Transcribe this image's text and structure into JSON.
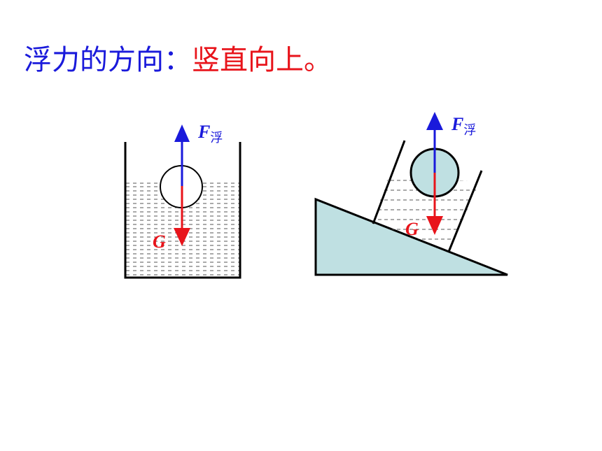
{
  "title": {
    "prefix": "浮力的方向：",
    "emphasis": "竖直向上。"
  },
  "left_figure": {
    "buoyancy_label": "F",
    "buoyancy_subscript": "浮",
    "gravity_label": "G"
  },
  "right_figure": {
    "buoyancy_label": "F",
    "buoyancy_subscript": "浮",
    "gravity_label": "G"
  },
  "colors": {
    "buoyancy_arrow": "#1a1adb",
    "gravity_arrow": "#e8141b",
    "incline_fill": "#bfe0e2",
    "ball_fill_right": "#bfe0e2"
  }
}
